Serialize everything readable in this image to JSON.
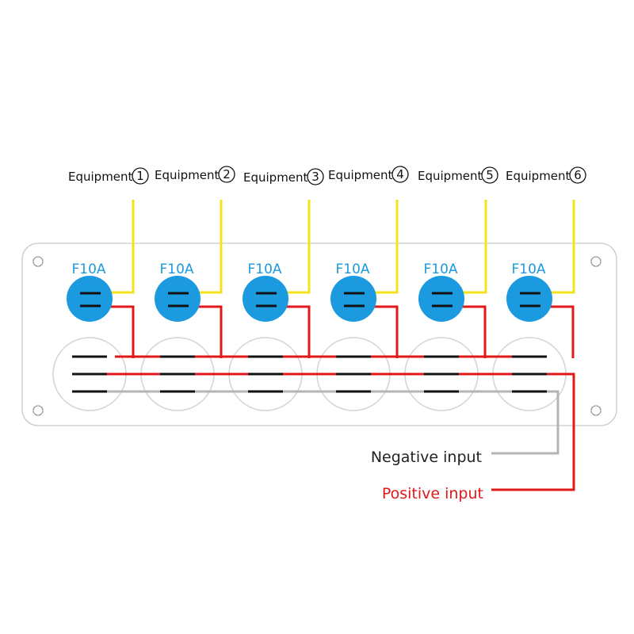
{
  "colors": {
    "load_wire": "#f2e31c",
    "positive_wire": "#e01818",
    "negative_wire": "#b4b4b4",
    "fuse_body": "#1b9ae0",
    "fuse_label": "#1b9ae0",
    "panel_outline": "#c9c9c9",
    "switch_outline": "#d4d4d4",
    "terminal": "#111111",
    "negative_label": "#222222",
    "positive_label": "#e01818"
  },
  "fuse_label": "F10A",
  "equipment": [
    {
      "label": "Equipment",
      "number": "1"
    },
    {
      "label": "Equipment",
      "number": "2"
    },
    {
      "label": "Equipment",
      "number": "3"
    },
    {
      "label": "Equipment",
      "number": "4"
    },
    {
      "label": "Equipment",
      "number": "5"
    },
    {
      "label": "Equipment",
      "number": "6"
    }
  ],
  "inputs": {
    "negative": "Negative input",
    "positive": "Positive input"
  }
}
